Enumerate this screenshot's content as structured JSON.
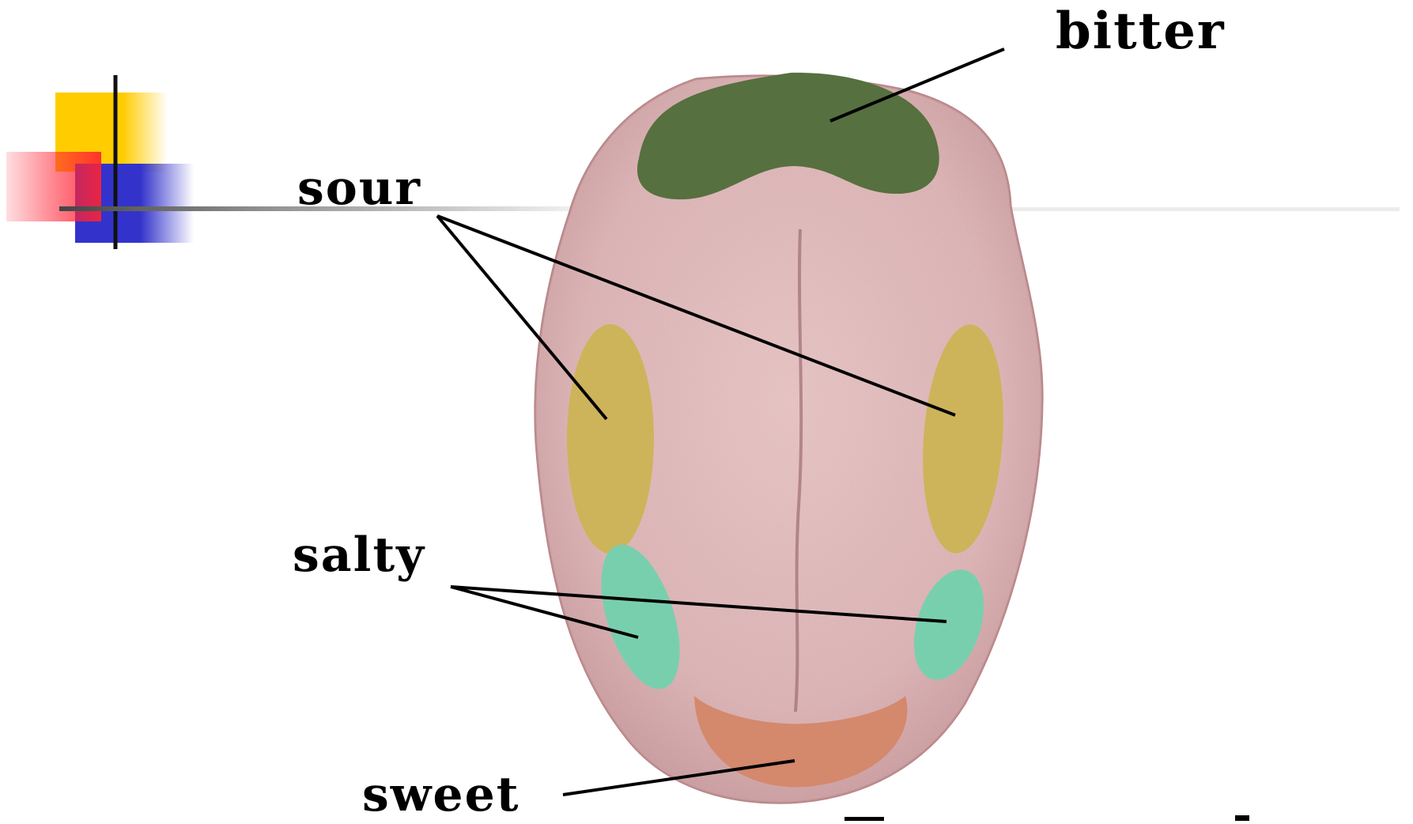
{
  "diagram": {
    "labels": {
      "bitter": "bitter",
      "sour": "sour",
      "salty": "salty",
      "sweet": "sweet"
    },
    "colors": {
      "bitter_region": "#56703f",
      "sour_region": "#cdb45a",
      "salty_region": "#78cfae",
      "sweet_region": "#d4886c",
      "tongue": "#d9aeb0",
      "tongue_edge": "#c49598"
    },
    "decoration": {
      "square_colors": [
        "#ffcc00",
        "#ff2233",
        "#3333cc"
      ]
    }
  }
}
